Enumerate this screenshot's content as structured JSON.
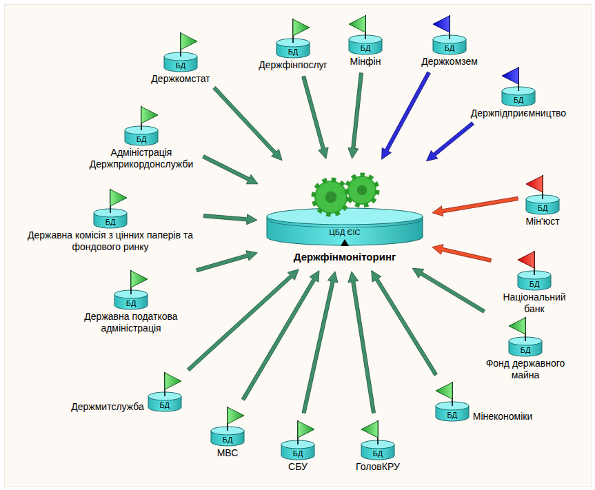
{
  "diagram": {
    "nodes": [
      {
        "text": [
          "ЦБД ЄІС",
          "Держфінмоніторинг"
        ]
      },
      {
        "text": [
          "БД",
          "Держкомстат"
        ]
      },
      {
        "text": [
          "БД",
          "Держфінпослуг"
        ]
      },
      {
        "text": [
          "БД",
          "Мінфін"
        ]
      },
      {
        "text": [
          "БД",
          "Держкомзем"
        ]
      },
      {
        "text": [
          "БД",
          "Держпідприємництво"
        ]
      },
      {
        "text": [
          "БД",
          "Мін'юст"
        ]
      },
      {
        "text": [
          "БД",
          "Національний банк"
        ]
      },
      {
        "text": [
          "БД",
          "Фонд державного майна"
        ]
      },
      {
        "text": [
          "БД",
          "Мінекономіки"
        ]
      },
      {
        "text": [
          "БД",
          "ГоловКРУ"
        ]
      },
      {
        "text": [
          "БД",
          "СБУ"
        ]
      },
      {
        "text": [
          "БД",
          "МВС"
        ]
      },
      {
        "text": [
          "БД",
          "Держмитслужба"
        ]
      },
      {
        "text": [
          "БД",
          "Державна податкова адміністрація"
        ]
      },
      {
        "text": [
          "БД",
          "Державна комісія з цінних паперів та фондового ринку"
        ]
      },
      {
        "text": [
          "БД",
          "Адміністрація Держприкордонслужби"
        ]
      }
    ],
    "edges": [
      {
        "from": 1,
        "to": 0,
        "arrow": "to"
      },
      {
        "from": 2,
        "to": 0,
        "arrow": "to"
      },
      {
        "from": 3,
        "to": 0,
        "arrow": "to"
      },
      {
        "from": 4,
        "to": 0,
        "arrow": "to"
      },
      {
        "from": 5,
        "to": 0,
        "arrow": "to"
      },
      {
        "from": 6,
        "to": 0,
        "arrow": "to"
      },
      {
        "from": 7,
        "to": 0,
        "arrow": "to"
      },
      {
        "from": 8,
        "to": 0,
        "arrow": "to"
      },
      {
        "from": 9,
        "to": 0,
        "arrow": "to"
      },
      {
        "from": 10,
        "to": 0,
        "arrow": "to"
      },
      {
        "from": 11,
        "to": 0,
        "arrow": "to"
      },
      {
        "from": 12,
        "to": 0,
        "arrow": "to"
      },
      {
        "from": 13,
        "to": 0,
        "arrow": "to"
      },
      {
        "from": 14,
        "to": 0,
        "arrow": "to"
      },
      {
        "from": 15,
        "to": 0,
        "arrow": "to"
      },
      {
        "from": 16,
        "to": 0,
        "arrow": "to"
      }
    ]
  }
}
